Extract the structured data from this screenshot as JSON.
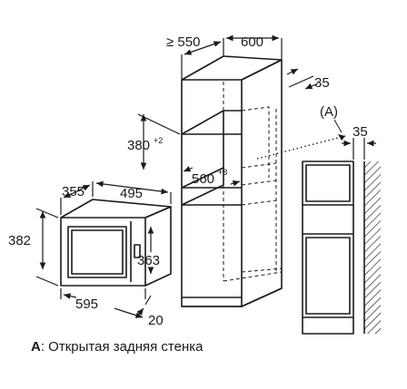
{
  "dimensions": {
    "depth_min": "≥ 550",
    "cabinet_width": "600",
    "side_gap": "35",
    "niche_height": "380",
    "niche_height_tol": "+2",
    "niche_width": "560",
    "niche_width_tol": "+8",
    "oven_depth": "355",
    "oven_front_depth": "495",
    "oven_height": "382",
    "oven_inner_height": "363",
    "oven_width": "595",
    "oven_offset": "20",
    "wall_gap": "35"
  },
  "callout": "(A)",
  "caption": {
    "key": "A",
    "text": ": Открытая задняя стенка"
  }
}
